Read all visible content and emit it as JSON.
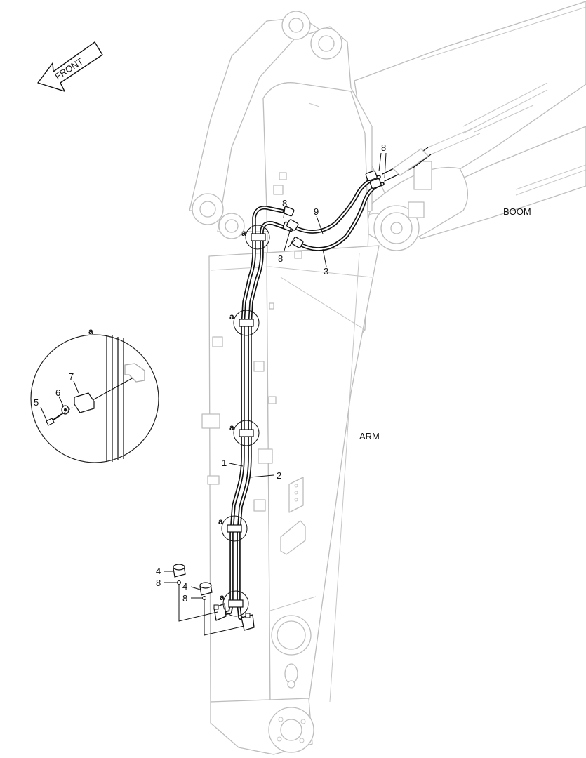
{
  "diagram": {
    "direction_arrow": {
      "label": "FRONT"
    },
    "component_labels": {
      "boom": "BOOM",
      "arm": "ARM"
    },
    "detail_view": {
      "label": "a"
    },
    "callouts": {
      "n1": "1",
      "n2": "2",
      "n3": "3",
      "n4": "4",
      "n5": "5",
      "n6": "6",
      "n7": "7",
      "n8": "8",
      "n9": "9",
      "clamp": "a"
    }
  }
}
